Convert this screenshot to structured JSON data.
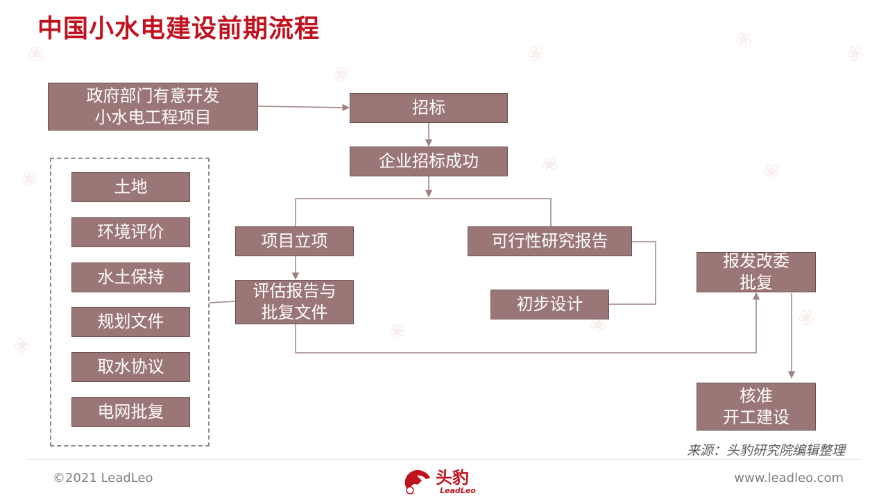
{
  "title": "中国小水电建设前期流程",
  "boxes": {
    "gov": "政府部门有意开发\n小水电工程项目",
    "tender": "招标",
    "win": "企业招标成功",
    "approval_item": "项目立项",
    "feasibility": "可行性研究报告",
    "assessment": "评估报告与\n批复文件",
    "prelim_design": "初步设计",
    "ndrc": "报发改委\n批复",
    "construct": "核准\n开工建设"
  },
  "requirements": [
    "土地",
    "环境评价",
    "水土保持",
    "规划文件",
    "取水协议",
    "电网批复"
  ],
  "source": "来源：头豹研究院编辑整理",
  "footer": {
    "copyright": "©2021 LeadLeo",
    "website": "www.leadleo.com",
    "logo_cn": "头豹",
    "logo_en": "LeadLeo"
  },
  "colors": {
    "title": "#c0121e",
    "box_fill": "#9b7676",
    "connector": "#a08080"
  }
}
